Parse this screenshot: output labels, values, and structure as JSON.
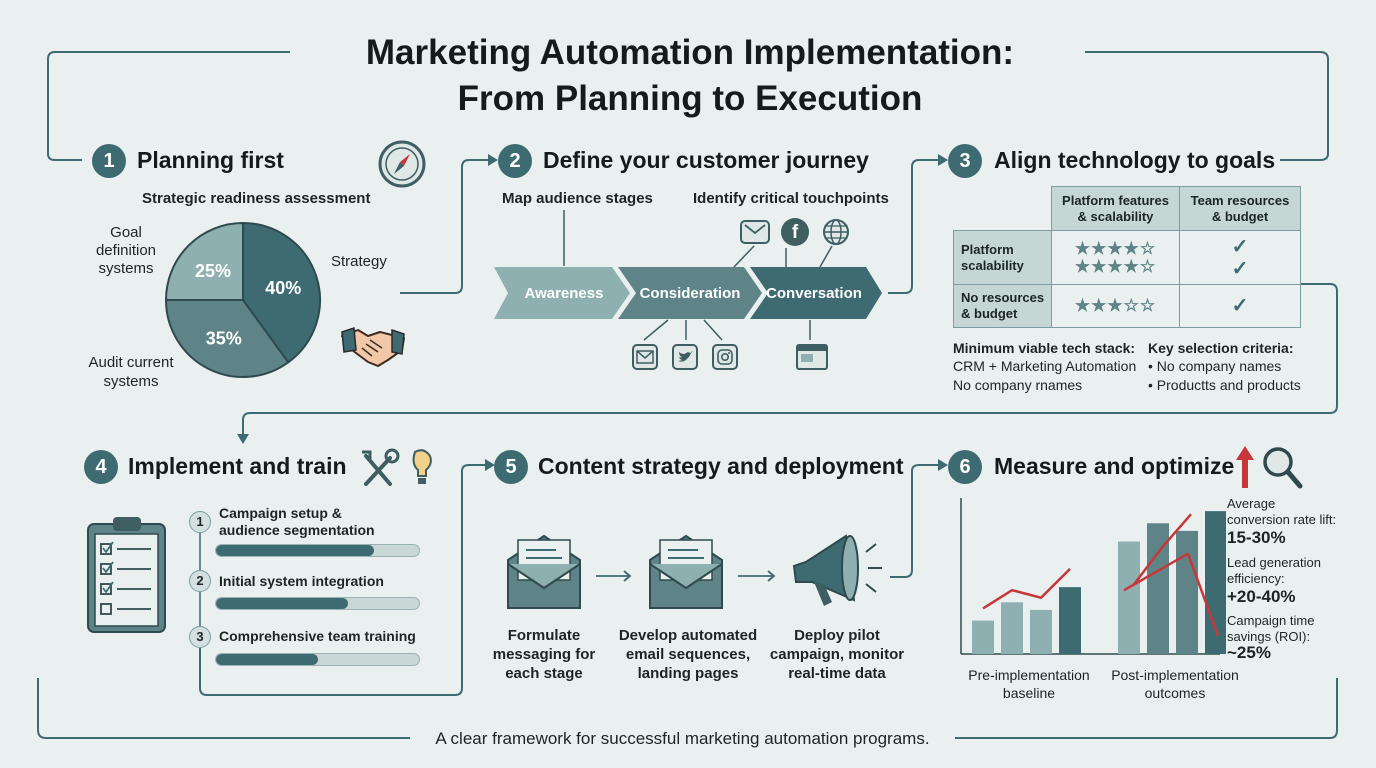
{
  "title": {
    "line1": "Marketing Automation Implementation:",
    "line2": "From Planning to Execution"
  },
  "footer": "A clear framework for successful marketing automation programs.",
  "colors": {
    "teal_dark": "#3e6b72",
    "teal_mid": "#5f8488",
    "teal_light": "#8fb0b0",
    "accent_red": "#c7373a"
  },
  "steps": {
    "s1": {
      "num": "1",
      "title": "Planning first",
      "subtitle": "Strategic readiness assessment",
      "icon": "compass-icon",
      "icon2": "handshake-icon",
      "pie": [
        {
          "label": "Strategy",
          "value": 40,
          "text": "40%",
          "color": "#3e6b72"
        },
        {
          "label": "Audit current systems",
          "value": 35,
          "text": "35%",
          "color": "#5f8488"
        },
        {
          "label": "Goal definition systems",
          "value": 25,
          "text": "25%",
          "color": "#8fb0b0"
        }
      ],
      "labels": {
        "goal": "Goal\ndefinition\nsystems",
        "strategy": "Strategy",
        "audit": "Audit current\nsystems"
      }
    },
    "s2": {
      "num": "2",
      "title": "Define your customer journey",
      "map_label": "Map audience stages",
      "touch_label": "Identify critical touchpoints",
      "stages": [
        "Awareness",
        "Consideration",
        "Conversation"
      ],
      "top_icons": [
        "mail-icon",
        "facebook-icon",
        "globe-icon"
      ],
      "bottom_icons": [
        "mail-icon",
        "twitter-icon",
        "instagram-icon",
        "browser-icon"
      ]
    },
    "s3": {
      "num": "3",
      "title": "Align technology to goals",
      "col1": "Platform features\n& scalability",
      "col2": "Team resources\n& budget",
      "row1": "Platform\nscalability",
      "row2": "No resources\n& budget",
      "row1_stars_a": 4,
      "row1_stars_b": 4,
      "row2_stars": 3,
      "stack_title": "Minimum viable tech stack:",
      "stack_line1": "CRM + Marketing Automation",
      "stack_line2": "No company rnames",
      "criteria_title": "Key selection criteria:",
      "criteria_1": "• No company names",
      "criteria_2": "• Productts and products"
    },
    "s4": {
      "num": "4",
      "title": "Implement and train",
      "tasks": [
        {
          "num": "1",
          "label": "Campaign setup &\naudience segmentation",
          "progress": 0.78
        },
        {
          "num": "2",
          "label": "Initial system integration",
          "progress": 0.65
        },
        {
          "num": "3",
          "label": "Comprehensive team training",
          "progress": 0.5
        }
      ]
    },
    "s5": {
      "num": "5",
      "title": "Content strategy and deployment",
      "items": [
        "Formulate\nmessaging for\neach stage",
        "Develop automated\nemail sequences,\nlanding pages",
        "Deploy pilot\ncampaign, monitor\nreal-time data"
      ]
    },
    "s6": {
      "num": "6",
      "title": "Measure and optimize",
      "pre_label": "Pre-implementation\nbaseline",
      "post_label": "Post-implementation\noutcomes",
      "m1_label": "Average\nconversion rate lift:",
      "m1_value": "15-30%",
      "m2_label": "Lead generation\nefficiency:",
      "m2_value": "+20-40%",
      "m3_label": "Campaign time\nsavings (ROI):",
      "m3_value": "~25%"
    }
  },
  "chart_data": {
    "type": "bar",
    "categories": [
      "Pre-implementation baseline",
      "Post-implementation outcomes"
    ],
    "pre_values": [
      0.22,
      0.34,
      0.29,
      0.44
    ],
    "post_values": [
      0.74,
      0.86,
      0.81,
      0.94
    ],
    "trend_pre": [
      0.3,
      0.42,
      0.37,
      0.56
    ],
    "trend_post": [
      0.45,
      0.7,
      0.92
    ],
    "ylim": [
      0,
      1
    ]
  }
}
